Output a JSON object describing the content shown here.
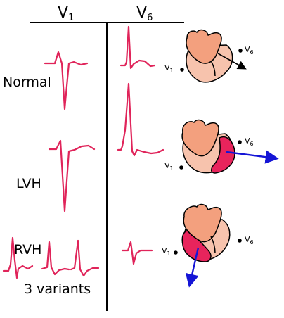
{
  "headers": {
    "v1": {
      "base": "V",
      "sub": "1"
    },
    "v6": {
      "base": "V",
      "sub": "6"
    }
  },
  "rows": {
    "normal": "Normal",
    "lvh": "LVH",
    "rvh": "RVH",
    "variants_note": "3 variants"
  },
  "electrode_labels": {
    "v1": {
      "base": "V",
      "sub": "1"
    },
    "v6": {
      "base": "V",
      "sub": "6"
    }
  },
  "colors": {
    "ecg_trace": "#e0245a",
    "heart_atria": "#f3a07e",
    "heart_ventricle": "#f7c3ad",
    "hypertrophy": "#e8245c",
    "normal_vector": "#000000",
    "hypertrophy_vector": "#1515d6"
  }
}
